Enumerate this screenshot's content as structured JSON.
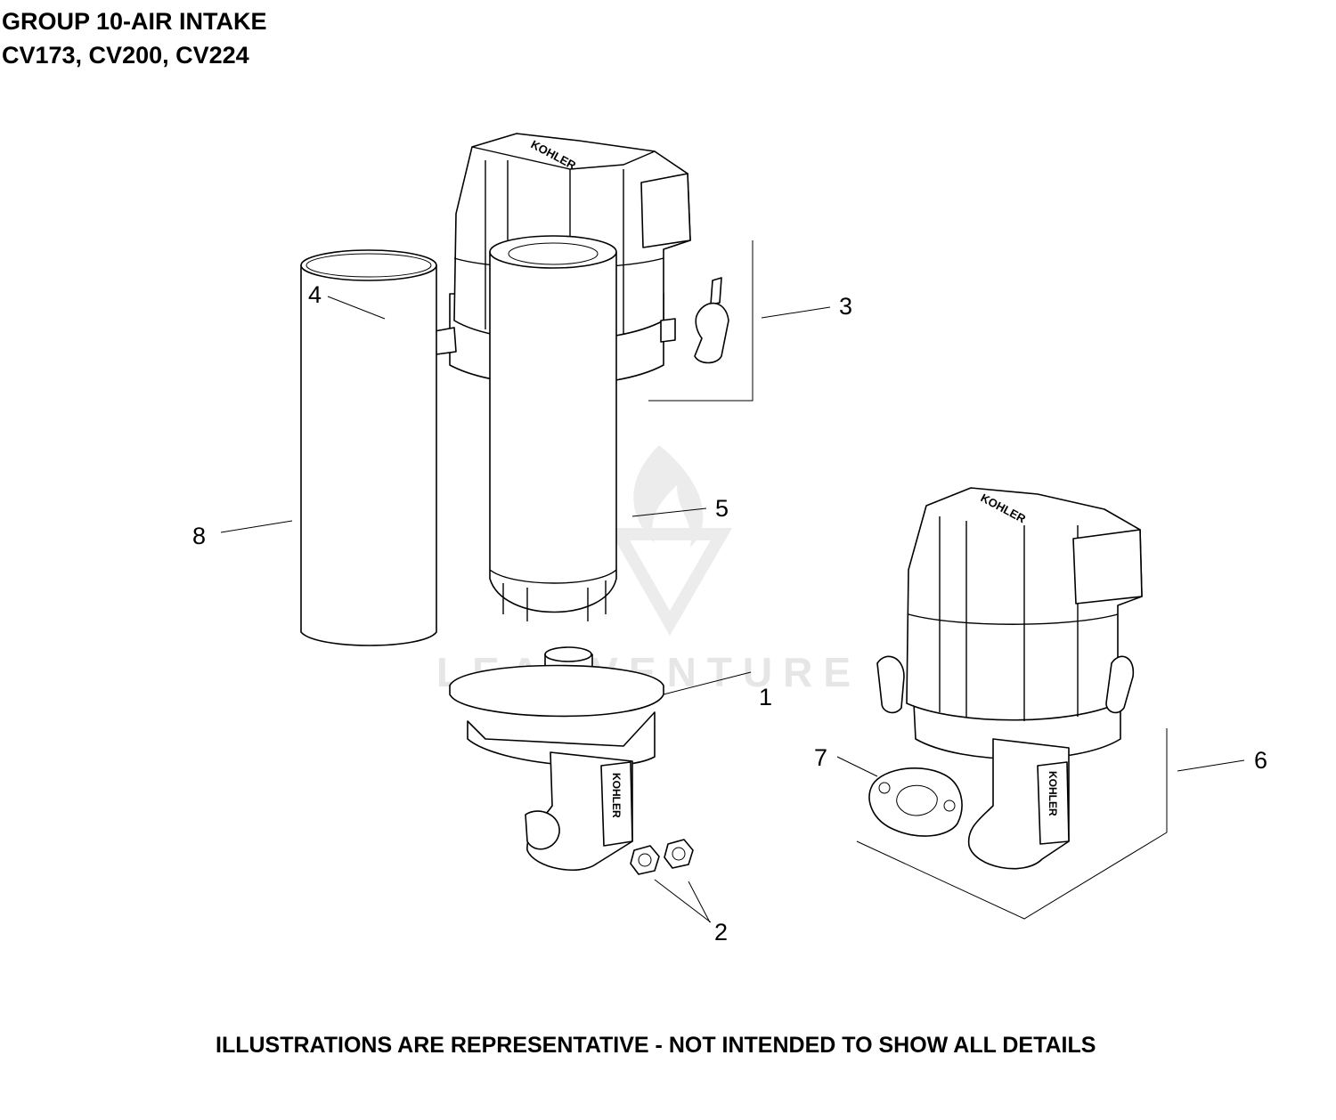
{
  "header": {
    "title_line1": "GROUP 10-AIR INTAKE",
    "title_line2": "CV173, CV200, CV224"
  },
  "footer": {
    "disclaimer": "ILLUSTRATIONS ARE REPRESENTATIVE - NOT INTENDED TO SHOW ALL DETAILS"
  },
  "watermark": {
    "text": "LEADVENTURE"
  },
  "parts": [
    {
      "label": "1"
    },
    {
      "label": "2"
    },
    {
      "label": "3"
    },
    {
      "label": "4"
    },
    {
      "label": "5"
    },
    {
      "label": "6"
    },
    {
      "label": "7"
    },
    {
      "label": "8"
    }
  ],
  "logos": {
    "brand": "KOHLER"
  },
  "colors": {
    "line": "#000000",
    "background": "#ffffff",
    "watermark": "#e6e6e6"
  }
}
